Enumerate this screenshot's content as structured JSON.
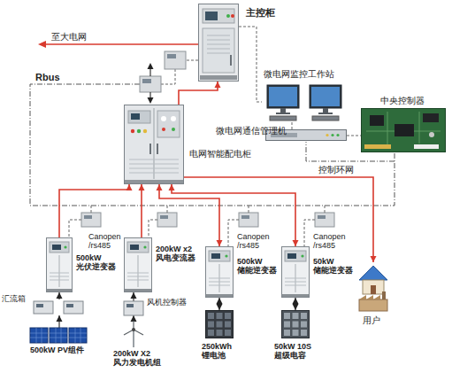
{
  "diagram": {
    "nodes": [
      {
        "text": [
          "主控柜"
        ]
      },
      {
        "text": [
          "微电网监控工作站"
        ]
      },
      {
        "text": [
          "中央控制器"
        ]
      },
      {
        "text": [
          "微电网通信管理机"
        ]
      },
      {
        "text": [
          "电网智能配电柜"
        ]
      },
      {
        "text": [
          "500kW 光伏逆变器"
        ]
      },
      {
        "text": [
          "200kW x2 风电变流器"
        ]
      },
      {
        "text": [
          "500kW 储能逆变器"
        ]
      },
      {
        "text": [
          "50kW 储能逆变器"
        ]
      },
      {
        "text": [
          "用户"
        ]
      },
      {
        "text": [
          "汇流箱"
        ]
      },
      {
        "text": [
          "风机控制器"
        ]
      },
      {
        "text": [
          "500kW PV组件"
        ]
      },
      {
        "text": [
          "200kW X2 风力发电机组"
        ]
      },
      {
        "text": [
          "250kWh 锂电池"
        ]
      },
      {
        "text": [
          "50kW 10S 超级电容"
        ]
      }
    ],
    "edges": [
      {
        "from": 0,
        "to": 1,
        "arrow": "none"
      },
      {
        "from": 3,
        "to": 1,
        "arrow": "none"
      },
      {
        "from": 3,
        "to": 2,
        "arrow": "none"
      },
      {
        "from": 4,
        "to": 0,
        "arrow": "to"
      },
      {
        "from": 5,
        "to": 4,
        "arrow": "to"
      },
      {
        "from": 6,
        "to": 4,
        "arrow": "to"
      },
      {
        "from": 7,
        "to": 4,
        "arrow": "both"
      },
      {
        "from": 8,
        "to": 4,
        "arrow": "both"
      },
      {
        "from": 4,
        "to": 9,
        "arrow": "to"
      },
      {
        "from": 12,
        "to": 10,
        "arrow": "to"
      },
      {
        "from": 10,
        "to": 5,
        "arrow": "to"
      },
      {
        "from": 13,
        "to": 11,
        "arrow": "to"
      },
      {
        "from": 11,
        "to": 6,
        "arrow": "to"
      },
      {
        "from": 14,
        "to": 7,
        "arrow": "both"
      },
      {
        "from": 15,
        "to": 8,
        "arrow": "both"
      }
    ],
    "labels": [
      "至大电网",
      "Rbus",
      "控制环网",
      "Canopen /rs485",
      "Canopen /rs485",
      "Canopen /rs485"
    ]
  }
}
